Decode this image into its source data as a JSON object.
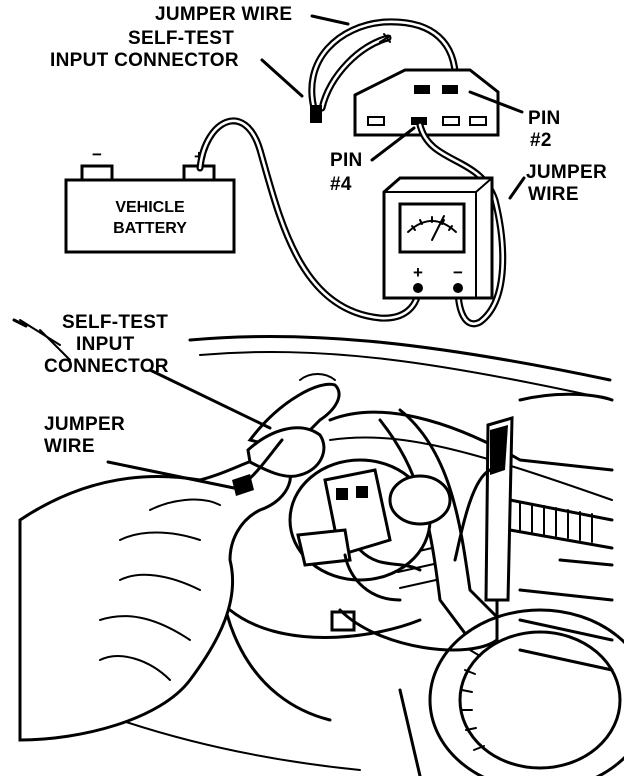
{
  "labels": {
    "jumper_wire_top": "JUMPER WIRE",
    "self_test_top_1": "SELF-TEST",
    "self_test_top_2": "INPUT CONNECTOR",
    "pin2_1": "PIN",
    "pin2_2": "#2",
    "pin4_1": "PIN",
    "pin4_2": "#4",
    "jumper_wire_right_1": "JUMPER",
    "jumper_wire_right_2": "WIRE",
    "battery_1": "VEHICLE",
    "battery_2": "BATTERY",
    "battery_neg": "−",
    "battery_pos": "+",
    "meter_pos": "+",
    "meter_neg": "−",
    "self_test_bottom_1": "SELF-TEST",
    "self_test_bottom_2": "INPUT",
    "self_test_bottom_3": "CONNECTOR",
    "jumper_wire_bottom_1": "JUMPER",
    "jumper_wire_bottom_2": "WIRE"
  },
  "icons": {
    "battery": "battery-icon",
    "voltmeter": "analog-voltmeter-icon",
    "connector": "connector-icon",
    "hand": "hand-icon",
    "test_lead": "test-probe-icon"
  },
  "colors": {
    "ink": "#000000",
    "paper": "#ffffff"
  }
}
